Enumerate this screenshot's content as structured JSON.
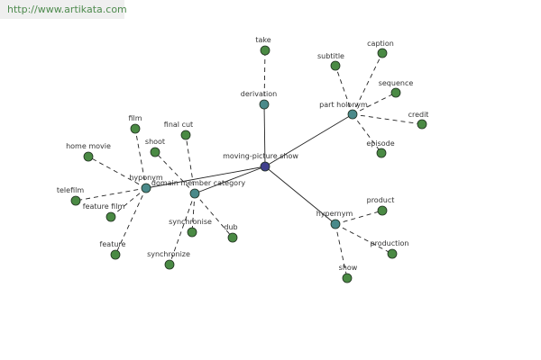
{
  "watermark": "http://www.artikata.com",
  "colors": {
    "center": "#3f3f8c",
    "hub": "#4a8a8a",
    "leaf": "#4a8a44",
    "edge": "#222222",
    "background": "#ffffff"
  },
  "nodes": [
    {
      "id": "moving-picture-show",
      "label": "moving-picture show",
      "kind": "center"
    },
    {
      "id": "derivation",
      "label": "derivation",
      "kind": "hub"
    },
    {
      "id": "take",
      "label": "take",
      "kind": "leaf"
    },
    {
      "id": "part-holonym",
      "label": "part holonym",
      "kind": "hub"
    },
    {
      "id": "subtitle",
      "label": "subtitle",
      "kind": "leaf"
    },
    {
      "id": "caption",
      "label": "caption",
      "kind": "leaf"
    },
    {
      "id": "sequence",
      "label": "sequence",
      "kind": "leaf"
    },
    {
      "id": "credit",
      "label": "credit",
      "kind": "leaf"
    },
    {
      "id": "episode",
      "label": "episode",
      "kind": "leaf"
    },
    {
      "id": "hypernym-right",
      "label": "hypernym",
      "kind": "hub"
    },
    {
      "id": "product",
      "label": "product",
      "kind": "leaf"
    },
    {
      "id": "production",
      "label": "production",
      "kind": "leaf"
    },
    {
      "id": "show",
      "label": "show",
      "kind": "leaf"
    },
    {
      "id": "domain-member-category",
      "label": "domain member category",
      "kind": "hub"
    },
    {
      "id": "shoot",
      "label": "shoot",
      "kind": "leaf"
    },
    {
      "id": "final-cut",
      "label": "final cut",
      "kind": "leaf"
    },
    {
      "id": "synchronise",
      "label": "synchronise",
      "kind": "leaf"
    },
    {
      "id": "dub",
      "label": "dub",
      "kind": "leaf"
    },
    {
      "id": "synchronize",
      "label": "synchronize",
      "kind": "leaf"
    },
    {
      "id": "hyponym",
      "label": "hyponym",
      "kind": "hub"
    },
    {
      "id": "film",
      "label": "film",
      "kind": "leaf"
    },
    {
      "id": "home-movie",
      "label": "home movie",
      "kind": "leaf"
    },
    {
      "id": "telefilm",
      "label": "telefilm",
      "kind": "leaf"
    },
    {
      "id": "feature-film",
      "label": "feature film",
      "kind": "leaf"
    },
    {
      "id": "feature",
      "label": "feature",
      "kind": "leaf"
    }
  ],
  "edges": [
    {
      "from": "moving-picture-show",
      "to": "derivation",
      "style": "solid"
    },
    {
      "from": "moving-picture-show",
      "to": "part-holonym",
      "style": "solid"
    },
    {
      "from": "moving-picture-show",
      "to": "hypernym-right",
      "style": "solid"
    },
    {
      "from": "moving-picture-show",
      "to": "domain-member-category",
      "style": "solid"
    },
    {
      "from": "moving-picture-show",
      "to": "hyponym",
      "style": "solid"
    },
    {
      "from": "derivation",
      "to": "take",
      "style": "dashed"
    },
    {
      "from": "part-holonym",
      "to": "subtitle",
      "style": "dashed"
    },
    {
      "from": "part-holonym",
      "to": "caption",
      "style": "dashed"
    },
    {
      "from": "part-holonym",
      "to": "sequence",
      "style": "dashed"
    },
    {
      "from": "part-holonym",
      "to": "credit",
      "style": "dashed"
    },
    {
      "from": "part-holonym",
      "to": "episode",
      "style": "dashed"
    },
    {
      "from": "hypernym-right",
      "to": "product",
      "style": "dashed"
    },
    {
      "from": "hypernym-right",
      "to": "production",
      "style": "dashed"
    },
    {
      "from": "hypernym-right",
      "to": "show",
      "style": "dashed"
    },
    {
      "from": "domain-member-category",
      "to": "shoot",
      "style": "dashed"
    },
    {
      "from": "domain-member-category",
      "to": "final-cut",
      "style": "dashed"
    },
    {
      "from": "domain-member-category",
      "to": "synchronise",
      "style": "dashed"
    },
    {
      "from": "domain-member-category",
      "to": "dub",
      "style": "dashed"
    },
    {
      "from": "domain-member-category",
      "to": "synchronize",
      "style": "dashed"
    },
    {
      "from": "hyponym",
      "to": "film",
      "style": "dashed"
    },
    {
      "from": "hyponym",
      "to": "home-movie",
      "style": "dashed"
    },
    {
      "from": "hyponym",
      "to": "telefilm",
      "style": "dashed"
    },
    {
      "from": "hyponym",
      "to": "feature-film",
      "style": "dashed"
    },
    {
      "from": "hyponym",
      "to": "feature",
      "style": "dashed"
    }
  ]
}
